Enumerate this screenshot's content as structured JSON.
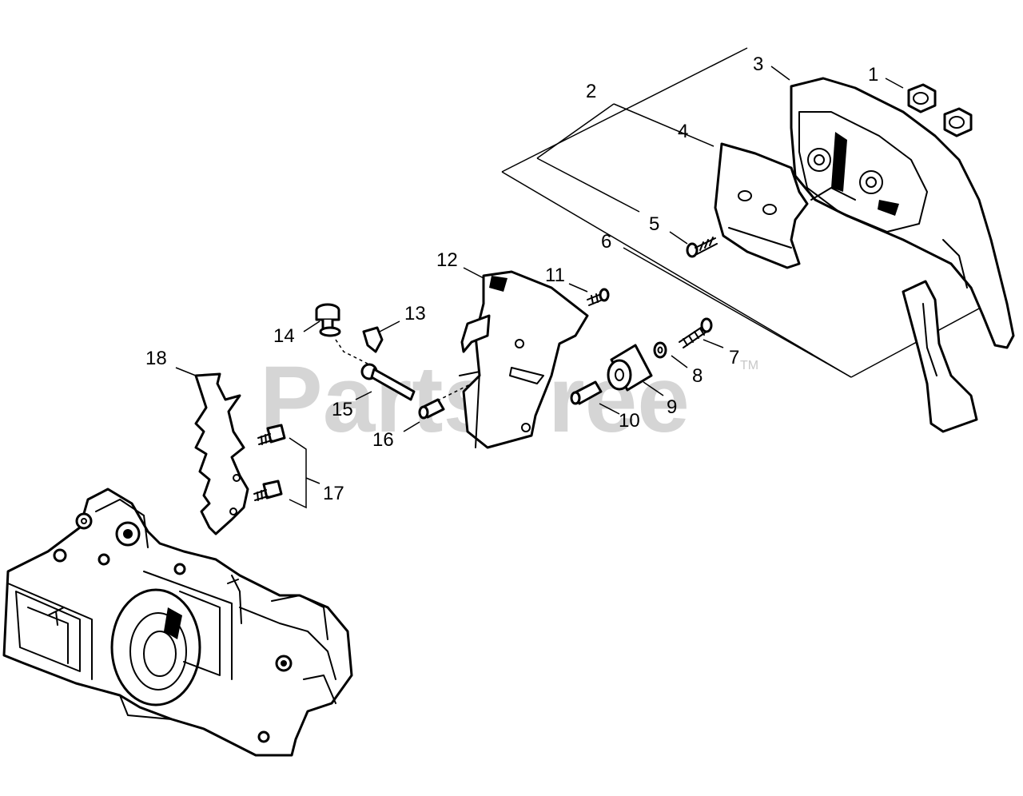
{
  "watermark": {
    "text": "PartsTree",
    "trademark": "TM"
  },
  "callouts": [
    {
      "id": "callout-1",
      "text": "1"
    },
    {
      "id": "callout-2",
      "text": "2"
    },
    {
      "id": "callout-3",
      "text": "3"
    },
    {
      "id": "callout-4",
      "text": "4"
    },
    {
      "id": "callout-5",
      "text": "5"
    },
    {
      "id": "callout-6",
      "text": "6"
    },
    {
      "id": "callout-7",
      "text": "7"
    },
    {
      "id": "callout-8",
      "text": "8"
    },
    {
      "id": "callout-9",
      "text": "9"
    },
    {
      "id": "callout-10",
      "text": "10"
    },
    {
      "id": "callout-11",
      "text": "11"
    },
    {
      "id": "callout-12",
      "text": "12"
    },
    {
      "id": "callout-13",
      "text": "13"
    },
    {
      "id": "callout-14",
      "text": "14"
    },
    {
      "id": "callout-15",
      "text": "15"
    },
    {
      "id": "callout-16",
      "text": "16"
    },
    {
      "id": "callout-17",
      "text": "17"
    },
    {
      "id": "callout-18",
      "text": "18"
    }
  ],
  "colors": {
    "line": "#000000",
    "background": "#ffffff",
    "watermark": "#c8c8c8"
  }
}
